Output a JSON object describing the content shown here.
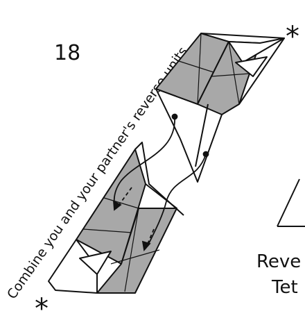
{
  "diagram": {
    "step_number": "18",
    "instruction": "Combine you and your partner's reverse units",
    "star_marker_top": "*",
    "star_marker_bottom": "*",
    "side_label_line1": "Reve",
    "side_label_line2": "Tet",
    "colors": {
      "paper_shade": "#a8a8a8",
      "line": "#111111",
      "background": "#ffffff"
    }
  }
}
